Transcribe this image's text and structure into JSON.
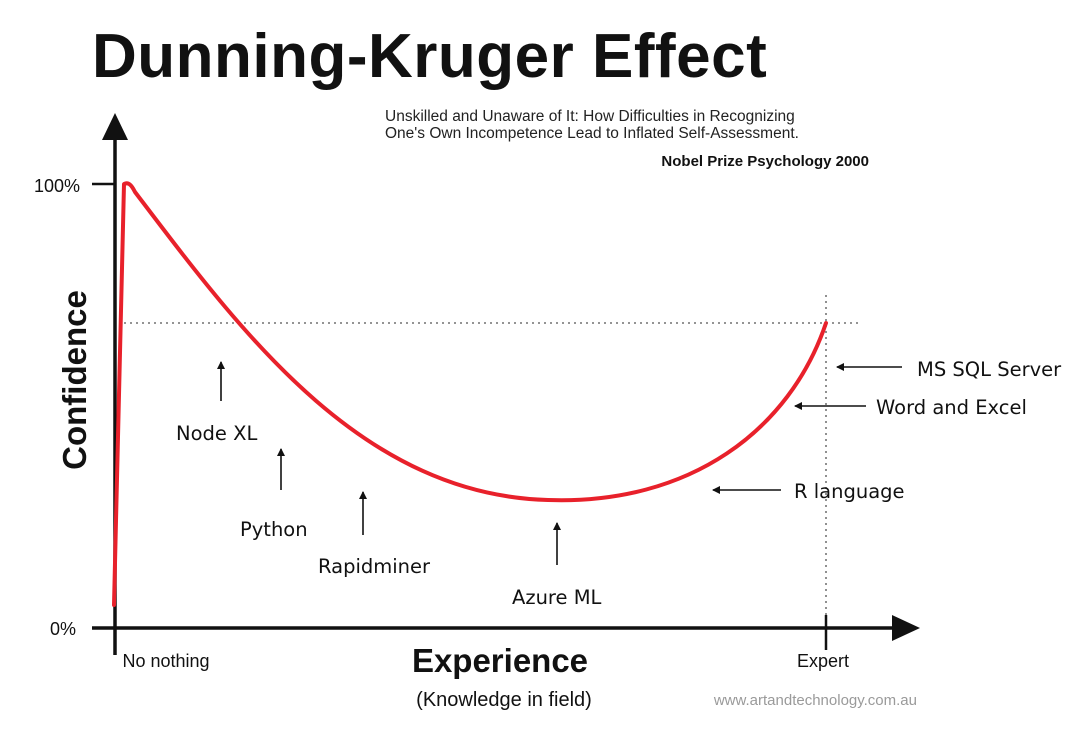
{
  "title": "Dunning-Kruger Effect",
  "subtitle_lines": [
    "Unskilled and Unaware of It: How Difficulties in Recognizing",
    "One's Own Incompetence Lead to Inflated Self-Assessment."
  ],
  "credit": "Nobel Prize Psychology  2000",
  "y_axis": {
    "title": "Confidence",
    "top_label": "100%",
    "bottom_label": "0%"
  },
  "x_axis": {
    "title": "Experience",
    "subtitle": "(Knowledge in field)",
    "start_label": "No nothing",
    "end_label": "Expert"
  },
  "website": "www.artandtechnology.com.au",
  "tools": {
    "node_xl": "Node XL",
    "python": "Python",
    "rapidminer": "Rapidminer",
    "azure_ml": "Azure ML",
    "r_language": "R language",
    "word_excel": "Word and Excel",
    "ms_sql": "MS SQL Server"
  },
  "colors": {
    "curve": "#e8212b",
    "axis": "#111111",
    "guide": "#555555"
  }
}
